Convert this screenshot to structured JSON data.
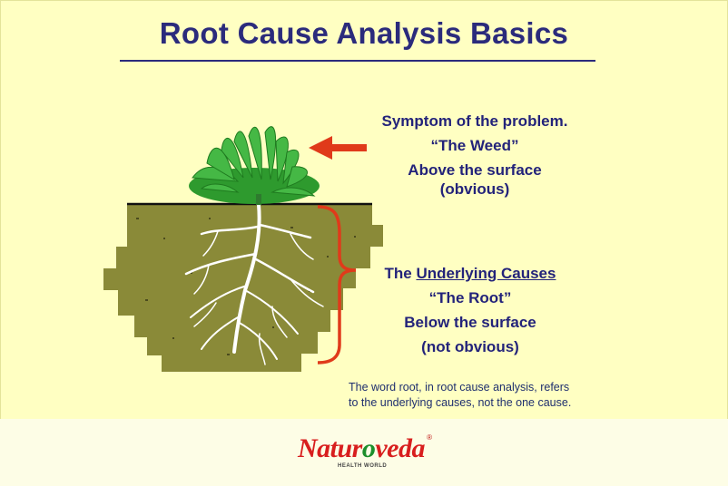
{
  "title": "Root Cause Analysis Basics",
  "symptom": {
    "line1": "Symptom of the problem.",
    "line2": "“The Weed”",
    "line3": "Above the surface",
    "line4": "(obvious)"
  },
  "cause": {
    "prefix": "The ",
    "underlined": "Underlying Causes",
    "line2": "“The Root”",
    "line3": "Below the surface",
    "line4": "(not obvious)"
  },
  "note": {
    "line1": "The word root, in root cause analysis, refers",
    "line2": "to the underlying causes, not the one cause."
  },
  "logo": {
    "name_red1": "Natur",
    "name_green": "o",
    "name_red2": "veda",
    "tagline": "HEALTH WORLD",
    "registered": "®"
  },
  "colors": {
    "soil": "#8a8a38",
    "foliage": "#2ea32e",
    "arrow": "#e03a1a",
    "text": "#23237a"
  }
}
